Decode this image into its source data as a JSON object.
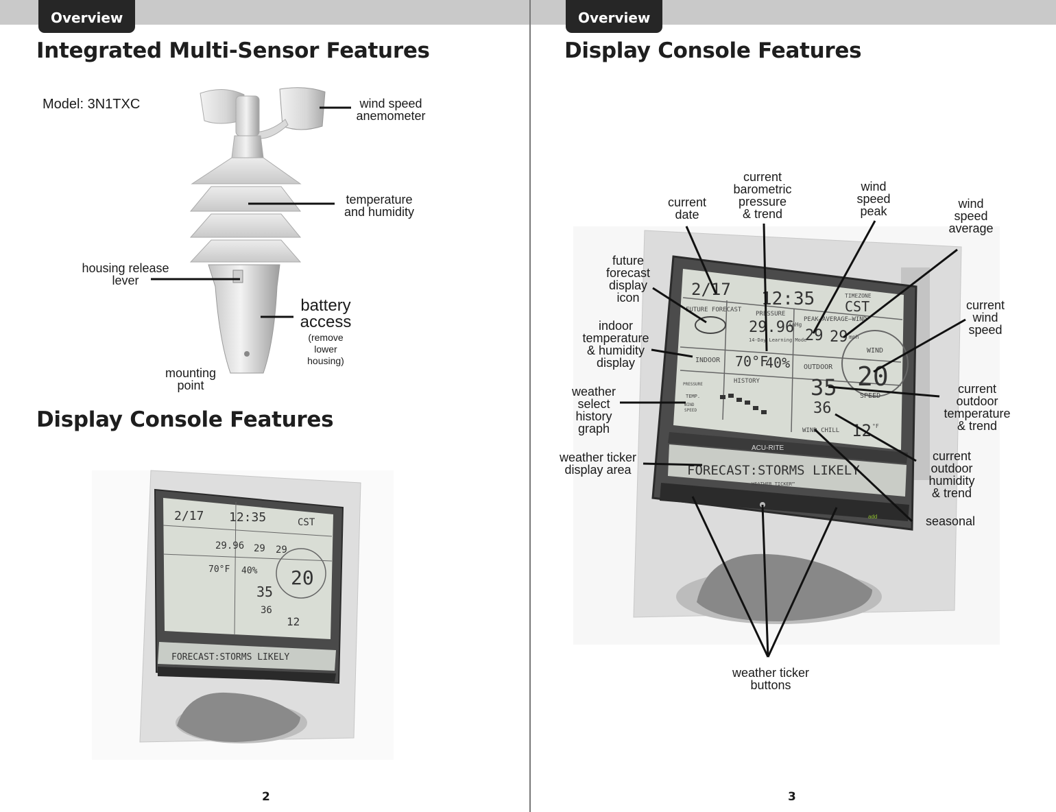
{
  "left_page": {
    "tab": "Overview",
    "heading1": "Integrated Multi-Sensor Features",
    "model": "Model: 3N1TXC",
    "callouts": {
      "wind": "wind speed\nanemometer",
      "temp": "temperature\nand humidity",
      "housing": "housing release\nlever",
      "battery": "battery\naccess",
      "battery_note": "(remove\nlower\nhousing)",
      "mount": "mounting\npoint"
    },
    "heading2": "Display Console Features",
    "page_number": "2"
  },
  "right_page": {
    "tab": "Overview",
    "heading": "Display Console Features",
    "callouts": {
      "date": "current\ndate",
      "pressure": "current\nbarometric\npressure\n& trend",
      "peak": "wind\nspeed\npeak",
      "average": "wind\nspeed\naverage",
      "forecast": "future\nforecast\ndisplay\nicon",
      "indoor": "indoor\ntemperature\n& humidity\ndisplay",
      "history": "weather\nselect\nhistory\ngraph",
      "ticker_area": "weather ticker\ndisplay area",
      "current_wind": "current\nwind\nspeed",
      "outdoor_temp": "current\noutdoor\ntemperature\n& trend",
      "outdoor_hum": "current\noutdoor\nhumidity\n& trend",
      "seasonal": "seasonal",
      "buttons": "weather ticker\nbuttons"
    },
    "page_number": "3"
  },
  "console": {
    "date": "2/17",
    "time": "12:35",
    "timezone_label": "TIMEZONE",
    "timezone": "CST",
    "forecast_label": "FUTURE FORECAST",
    "pressure_label": "PRESSURE",
    "pressure": "29.96",
    "pressure_unit": "inHg",
    "learning": "14-Day Learning Mode",
    "peak_avg_label": "PEAK—AVERAGE—WIND",
    "peak": "29",
    "average": "29",
    "mph": "mph",
    "wind_label": "WIND",
    "wind": "20",
    "speed_label": "SPEED",
    "indoor_label": "INDOOR",
    "indoor_temp": "70°F",
    "indoor_hum": "40%",
    "outdoor_label": "OUTDOOR",
    "outdoor_temp": "35",
    "outdoor_hum": "36",
    "history_label": "HISTORY",
    "history_pressure": "PRESSURE",
    "history_temp": "TEMP.",
    "history_wind": "WIND",
    "history_speed": "SPEED",
    "windchill_label": "WIND CHILL",
    "windchill": "12",
    "windchill_unit": "°F",
    "brand": "ACU-RITE",
    "ticker": "FORECAST:STORMS LIKELY",
    "ticker_label": "WEATHER TICKER™",
    "add_label": "add"
  }
}
